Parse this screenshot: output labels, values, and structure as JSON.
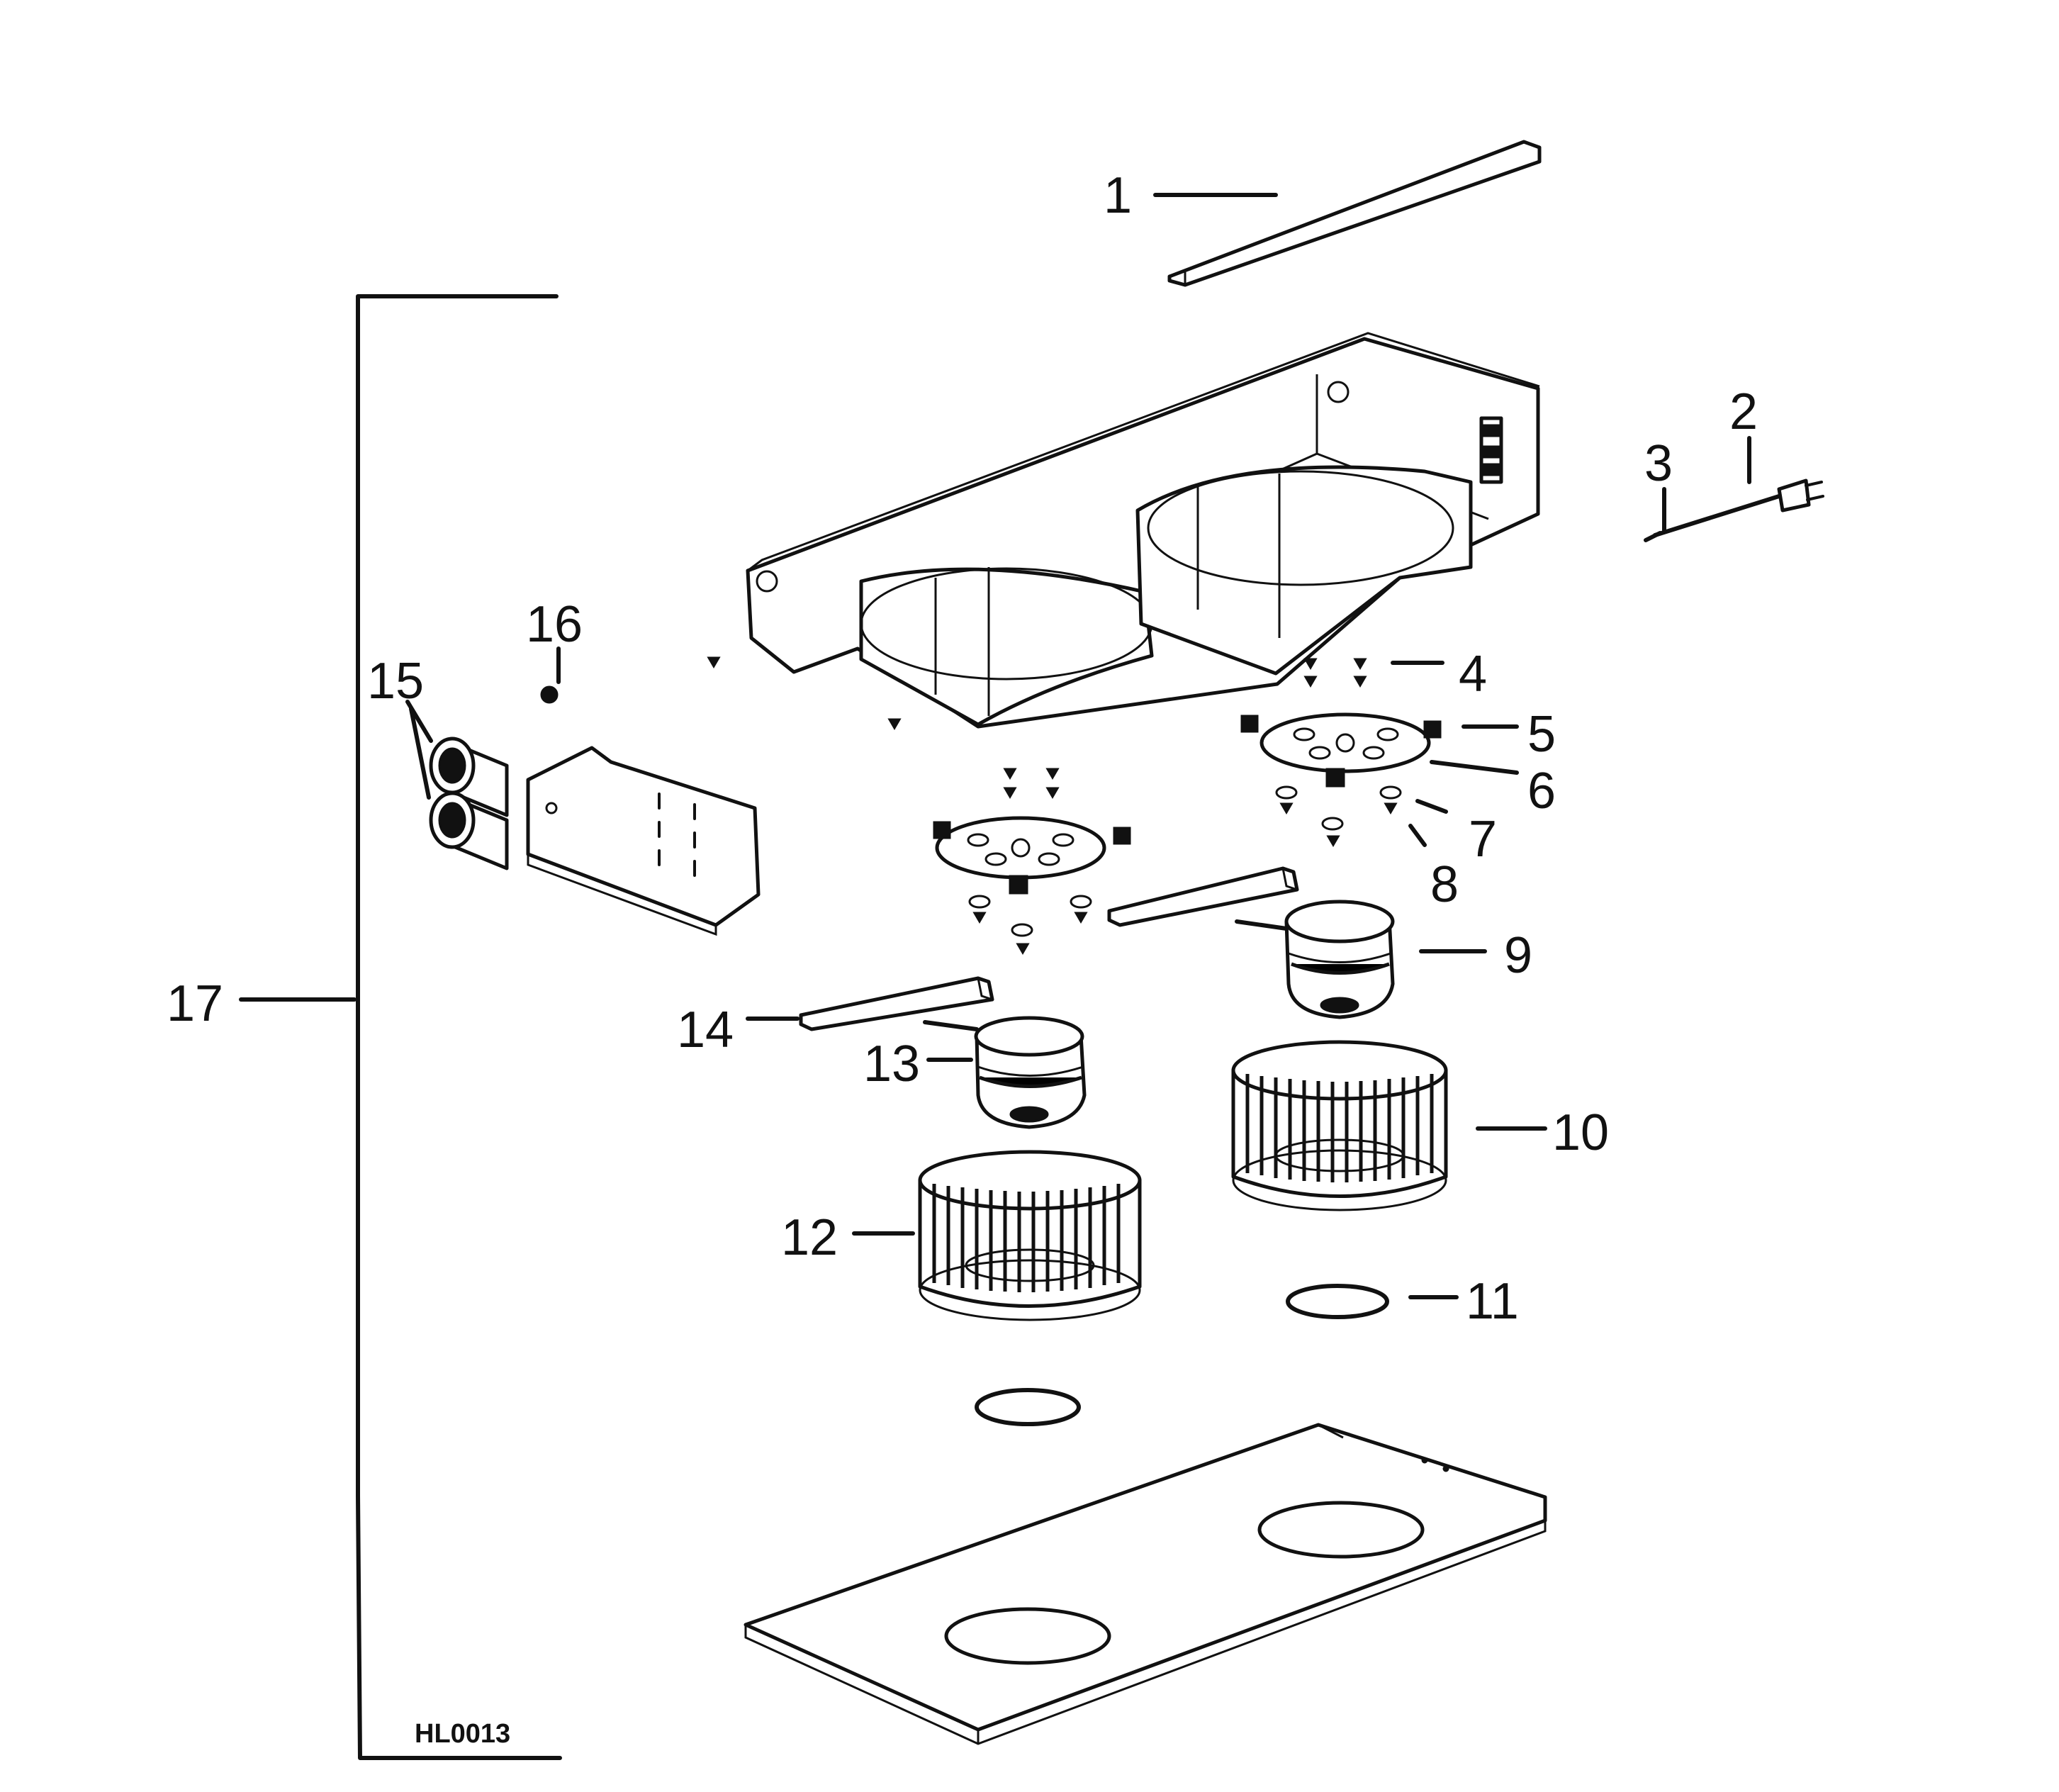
{
  "diagram": {
    "drawing_code": "HL0013",
    "callouts": [
      {
        "id": "c1",
        "label": "1"
      },
      {
        "id": "c2",
        "label": "2"
      },
      {
        "id": "c3",
        "label": "3"
      },
      {
        "id": "c4",
        "label": "4"
      },
      {
        "id": "c5",
        "label": "5"
      },
      {
        "id": "c6",
        "label": "6"
      },
      {
        "id": "c7",
        "label": "7"
      },
      {
        "id": "c8",
        "label": "8"
      },
      {
        "id": "c9",
        "label": "9"
      },
      {
        "id": "c10",
        "label": "10"
      },
      {
        "id": "c11",
        "label": "11"
      },
      {
        "id": "c12",
        "label": "12"
      },
      {
        "id": "c13",
        "label": "13"
      },
      {
        "id": "c14",
        "label": "14"
      },
      {
        "id": "c15",
        "label": "15"
      },
      {
        "id": "c16",
        "label": "16"
      },
      {
        "id": "c17",
        "label": "17"
      }
    ],
    "colors": {
      "ink": "#111111",
      "paper": "#ffffff"
    }
  }
}
